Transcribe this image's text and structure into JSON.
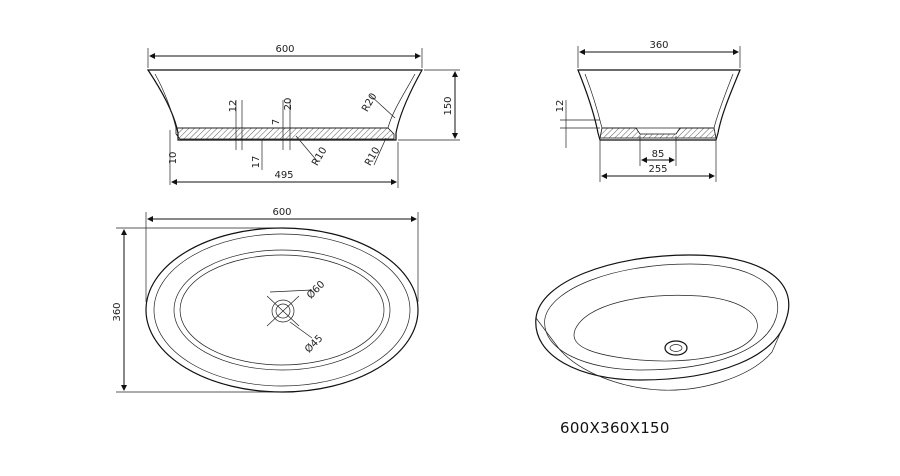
{
  "side_view": {
    "width": "600",
    "height": "150",
    "radius_top": "R20",
    "radius_bottom_left": "R10",
    "radius_bottom_right": "R10",
    "wall_12": "12",
    "wall_20": "20",
    "wall_7": "7",
    "wall_17": "17",
    "wall_10": "10",
    "base": "495"
  },
  "end_view": {
    "width": "360",
    "wall_12": "12",
    "drain": "85",
    "base": "255"
  },
  "top_view": {
    "width": "600",
    "depth": "360",
    "outlet_outer": "Ø60",
    "outlet_inner": "Ø45"
  },
  "caption": "600X360X150"
}
